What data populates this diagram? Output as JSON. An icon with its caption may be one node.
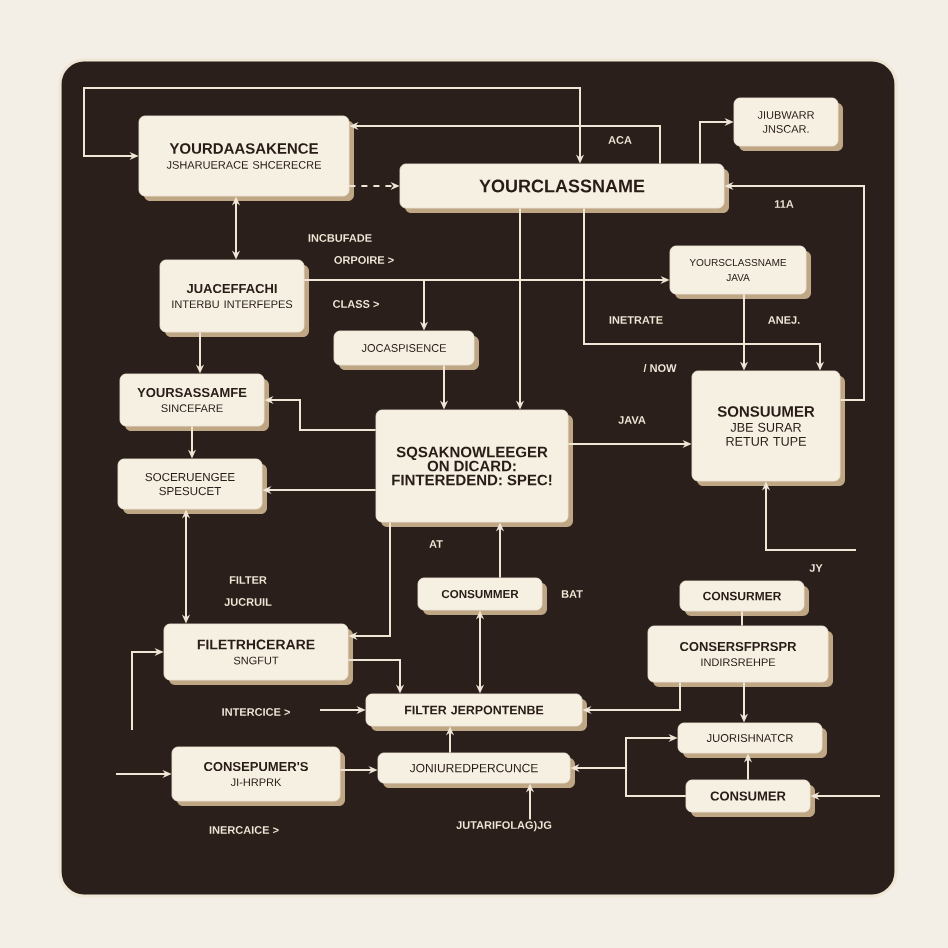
{
  "diagram": {
    "nodes": [
      {
        "text": [
          "YOURDAASAKENCE",
          "JSHARUERACE SHCERECRE"
        ]
      },
      {
        "text": [
          "YOURCLASSNAME"
        ]
      },
      {
        "text": [
          "JIUBWARR JNSCAR."
        ]
      },
      {
        "text": [
          "JUACEFFACHI",
          "INTERBU INTERFEPES"
        ]
      },
      {
        "text": [
          "YOURSCLASSNAME",
          "JAVA"
        ]
      },
      {
        "text": [
          "JOCASPISENCE"
        ]
      },
      {
        "text": [
          "YOURSASSAMFE",
          "SINCEFARE"
        ]
      },
      {
        "text": [
          "SOCERUENGEE SPESUCET"
        ]
      },
      {
        "text": [
          "SQSAKNOWLEEGER ON DICARD: FINTEREDEND: SPEC!"
        ]
      },
      {
        "text": [
          "SONSUUMER",
          "JBE SURAR RETUR TUPE"
        ]
      },
      {
        "text": [
          "CONSUMMER"
        ]
      },
      {
        "text": [
          "FILETRHCERARE",
          "SNGFUT"
        ]
      },
      {
        "text": [
          "CONSURMER"
        ]
      },
      {
        "text": [
          "CONSERSFPRSPR",
          "INDIRSREHPE"
        ]
      },
      {
        "text": [
          "FILTER JERPONTENBE"
        ]
      },
      {
        "text": [
          "CONSEPUMER'S",
          "JI-HRPRK"
        ]
      },
      {
        "text": [
          "JONIUREDPERCUNCE"
        ]
      },
      {
        "text": [
          "JUORISHNATCR"
        ]
      },
      {
        "text": [
          "CONSUMER"
        ]
      },
      {
        "text": [
          "JUTARIFOLAG)JG"
        ]
      }
    ],
    "edges": [
      {
        "from": 0,
        "to": 1,
        "arrow": "to",
        "style": "dashed"
      },
      {
        "from": 0,
        "to": 3,
        "arrow": "both"
      },
      {
        "from": 1,
        "to": 0,
        "arrow": "to"
      },
      {
        "from": 0,
        "to": 1,
        "arrow": "both"
      },
      {
        "from": 1,
        "to": 2,
        "arrow": "to"
      },
      {
        "from": 9,
        "to": 1,
        "arrow": "to"
      },
      {
        "from": 1,
        "to": 8,
        "arrow": "to"
      },
      {
        "from": 3,
        "to": 6,
        "arrow": "to"
      },
      {
        "from": 6,
        "to": 7,
        "arrow": "to"
      },
      {
        "from": 5,
        "to": 8,
        "arrow": "to"
      },
      {
        "from": 3,
        "to": 4,
        "arrow": "to"
      },
      {
        "from": 3,
        "to": 5,
        "arrow": "to"
      },
      {
        "from": 4,
        "to": 9,
        "arrow": "to"
      },
      {
        "from": 1,
        "to": 9,
        "arrow": "to"
      },
      {
        "from": 8,
        "to": 9,
        "arrow": "to"
      },
      {
        "from": 8,
        "to": 6,
        "arrow": "to"
      },
      {
        "from": 8,
        "to": 7,
        "arrow": "to"
      },
      {
        "from": 7,
        "to": 11,
        "arrow": "both"
      },
      {
        "from": 8,
        "to": 11,
        "arrow": "to"
      },
      {
        "from": 10,
        "to": 8,
        "arrow": "to"
      },
      {
        "from": 10,
        "to": 14,
        "arrow": "both"
      },
      {
        "from": 11,
        "to": 14,
        "arrow": "to"
      },
      {
        "from": 16,
        "to": 14,
        "arrow": "to"
      },
      {
        "from": 19,
        "to": 16,
        "arrow": "to"
      },
      {
        "from": 15,
        "to": 16,
        "arrow": "to"
      },
      {
        "from": null,
        "to": 15,
        "arrow": "to"
      },
      {
        "from": 18,
        "to": 16,
        "arrow": "to"
      },
      {
        "from": 18,
        "to": 17,
        "arrow": "to"
      },
      {
        "from": 13,
        "to": 14,
        "arrow": "to"
      },
      {
        "from": 13,
        "to": 17,
        "arrow": "to"
      },
      {
        "from": 18,
        "to": 17,
        "arrow": "to"
      },
      {
        "from": 12,
        "to": 13,
        "arrow": "none"
      },
      {
        "from": null,
        "to": 18,
        "arrow": "to"
      },
      {
        "from": null,
        "to": 9,
        "arrow": "to"
      },
      {
        "from": null,
        "to": 14,
        "arrow": "to"
      },
      {
        "from": null,
        "to": 11,
        "arrow": "to"
      }
    ],
    "labels": [
      "ACA",
      "INCBUFADE",
      "ORPOIRE >",
      "CLASS >",
      "11A",
      "INETRATE",
      "ANEJ.",
      "/ NOW",
      "JAVA",
      "AT",
      "FILTER",
      "JUCRUIL",
      "BAT",
      "JY",
      "INTERCICE >",
      "INERCAICE >"
    ]
  }
}
